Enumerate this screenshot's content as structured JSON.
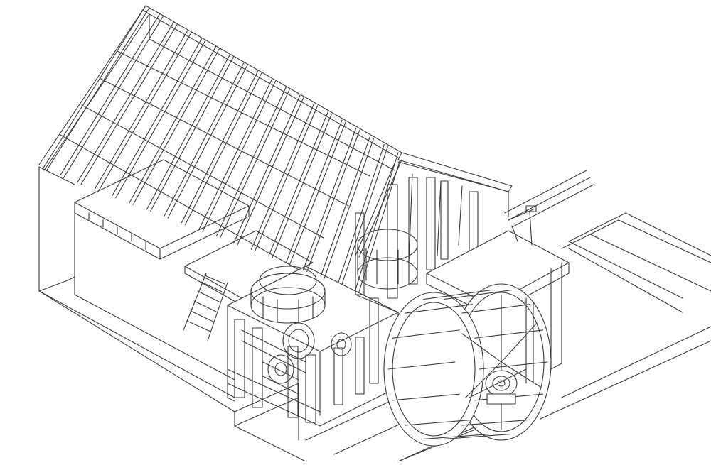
{
  "drawing": {
    "style": "isometric line drawing",
    "stroke_color": "#3a3a3a",
    "background_color": "#ffffff",
    "components": [
      "mill-building-walls",
      "roof-rafter-framing",
      "gable-end-roof",
      "loft-floor",
      "ladder",
      "millstone-tun-front",
      "millstone-tun-rear",
      "hurst-frame",
      "gear-wheels",
      "overshot-water-wheel",
      "wheel-axle-hub",
      "wooden-flume",
      "sluice-gate-lever",
      "tailrace-channel"
    ],
    "counts": {
      "rafter_pairs": 19,
      "ladder_rungs": 6,
      "wheel_buckets": 14
    }
  }
}
